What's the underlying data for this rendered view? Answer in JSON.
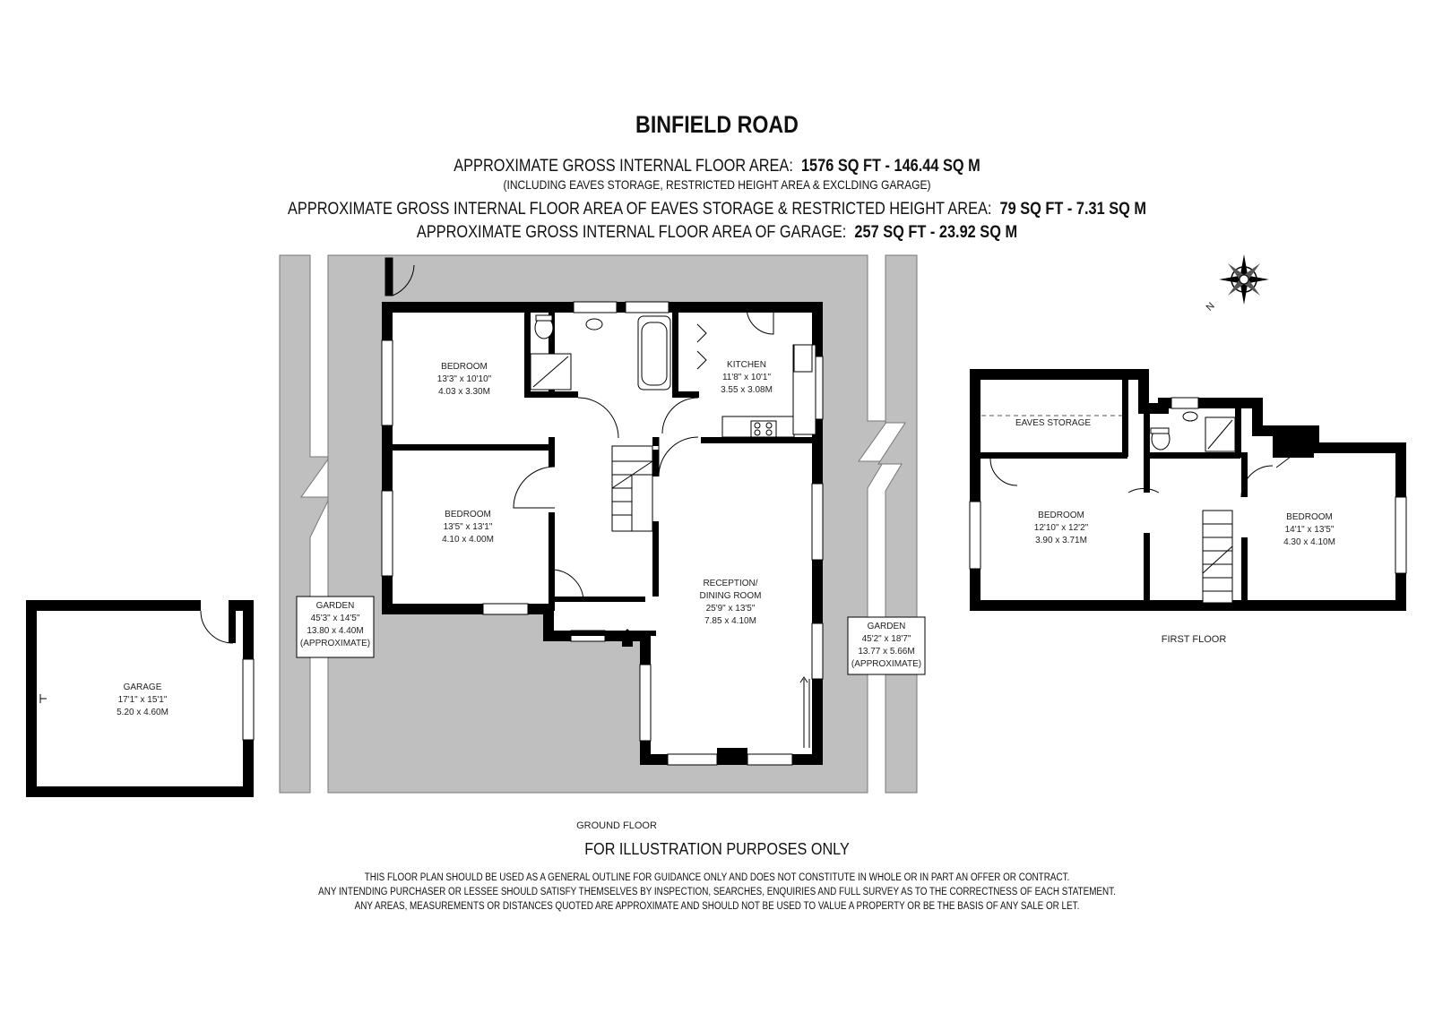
{
  "header": {
    "title": "BINFIELD ROAD",
    "gross_label": "APPROXIMATE GROSS INTERNAL FLOOR AREA:",
    "gross_value": "1576 SQ FT  -  146.44 SQ M",
    "gross_note": "(INCLUDING EAVES STORAGE, RESTRICTED HEIGHT AREA & EXCLDING GARAGE)",
    "eaves_label": "APPROXIMATE GROSS INTERNAL FLOOR AREA OF EAVES STORAGE & RESTRICTED HEIGHT AREA:",
    "eaves_value": "79 SQ FT  -  7.31 SQ M",
    "garage_label": "APPROXIMATE GROSS INTERNAL FLOOR AREA OF GARAGE:",
    "garage_value": "257 SQ FT  -  23.92 SQ M"
  },
  "compass": {
    "north_label": "N"
  },
  "ground_floor": {
    "label": "GROUND FLOOR",
    "rooms": {
      "bedroom1": {
        "name": "BEDROOM",
        "imperial": "13'3\" x 10'10\"",
        "metric": "4.03 x 3.30M"
      },
      "bedroom2": {
        "name": "BEDROOM",
        "imperial": "13'5\" x 13'1\"",
        "metric": "4.10 x 4.00M"
      },
      "kitchen": {
        "name": "KITCHEN",
        "imperial": "11'8\" x 10'1\"",
        "metric": "3.55 x 3.08M"
      },
      "reception": {
        "name_1": "RECEPTION/",
        "name_2": "DINING ROOM",
        "imperial": "25'9\" x 13'5\"",
        "metric": "7.85 x 4.10M"
      },
      "garden_left": {
        "name": "GARDEN",
        "imperial": "45'3\" x 14'5\"",
        "metric": "13.80 x 4.40M",
        "note": "(APPROXIMATE)"
      },
      "garden_right": {
        "name": "GARDEN",
        "imperial": "45'2\" x 18'7\"",
        "metric": "13.77 x 5.66M",
        "note": "(APPROXIMATE)"
      },
      "garage": {
        "name": "GARAGE",
        "imperial": "17'1\" x 15'1\"",
        "metric": "5.20 x 4.60M"
      }
    }
  },
  "first_floor": {
    "label": "FIRST FLOOR",
    "rooms": {
      "eaves": {
        "name": "EAVES STORAGE"
      },
      "bedroom3": {
        "name": "BEDROOM",
        "imperial": "12'10\" x 12'2\"",
        "metric": "3.90 x 3.71M"
      },
      "bedroom4": {
        "name": "BEDROOM",
        "imperial": "14'1\" x 13'5\"",
        "metric": "4.30 x 4.10M"
      }
    }
  },
  "footer": {
    "illustration": "FOR ILLUSTRATION PURPOSES ONLY",
    "disclaimer_1": "THIS FLOOR PLAN SHOULD BE USED AS A GENERAL OUTLINE FOR GUIDANCE ONLY AND DOES NOT CONSTITUTE IN WHOLE OR IN PART AN OFFER OR CONTRACT.",
    "disclaimer_2": "ANY INTENDING PURCHASER OR LESSEE SHOULD SATISFY THEMSELVES BY INSPECTION, SEARCHES, ENQUIRIES AND FULL SURVEY AS TO THE CORRECTNESS OF EACH STATEMENT.",
    "disclaimer_3": "ANY AREAS, MEASUREMENTS OR DISTANCES QUOTED ARE APPROXIMATE AND SHOULD NOT BE USED TO VALUE A PROPERTY OR BE THE BASIS OF ANY SALE OR LET."
  },
  "colors": {
    "wall": "#000000",
    "garden": "#bfbfbf",
    "background": "#ffffff"
  }
}
